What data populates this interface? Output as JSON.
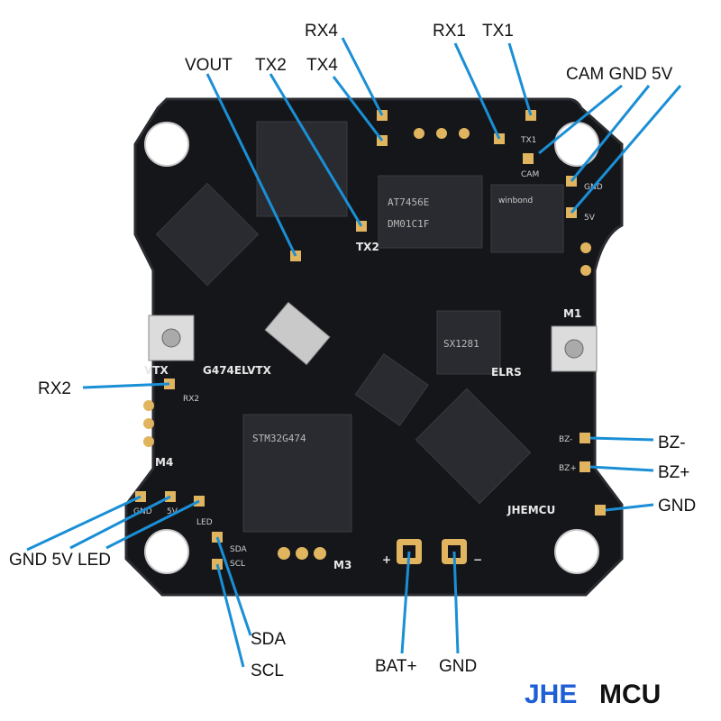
{
  "labels": {
    "rx4": "RX4",
    "rx1": "RX1",
    "tx1": "TX1",
    "vout": "VOUT",
    "tx2": "TX2",
    "tx4": "TX4",
    "cam_gnd_5v": "CAM GND 5V",
    "rx2": "RX2",
    "bz_minus": "BZ-",
    "bz_plus": "BZ+",
    "gnd_right": "GND",
    "gnd_5v_led": "GND 5V LED",
    "sda": "SDA",
    "scl": "SCL",
    "bat_plus": "BAT+",
    "gnd_bottom": "GND"
  },
  "board": {
    "silk_tx2": "TX2",
    "silk_vtx": "VTX",
    "silk_model": "G474ELVTX",
    "silk_elrs": "ELRS",
    "silk_rx2": "RX2",
    "silk_m4": "M4",
    "silk_m3": "M3",
    "silk_m1": "M1",
    "silk_brand": "JHEMCU",
    "silk_sda": "SDA",
    "silk_scl": "SCL",
    "silk_led": "LED",
    "silk_5v": "5V",
    "silk_gnd": "GND",
    "silk_cam": "CAM",
    "silk_5v_r": "5V",
    "silk_gnd_r": "GND",
    "silk_tx1": "TX1",
    "silk_bzm": "BZ-",
    "silk_bzp": "BZ+",
    "silk_plus": "+",
    "silk_minus": "−",
    "chip_osd": "AT7456E",
    "chip_osd2": "DM01C1F",
    "chip_flash": "winbond",
    "chip_mcu": "STM32G474",
    "chip_rx": "SX1281"
  },
  "brand": {
    "part1": "JHE",
    "part2": "MCU"
  },
  "colors": {
    "board": "#15161a",
    "pad": "#e1b55f",
    "leader": "#1a8fd6",
    "chip": "#2a2b30"
  }
}
